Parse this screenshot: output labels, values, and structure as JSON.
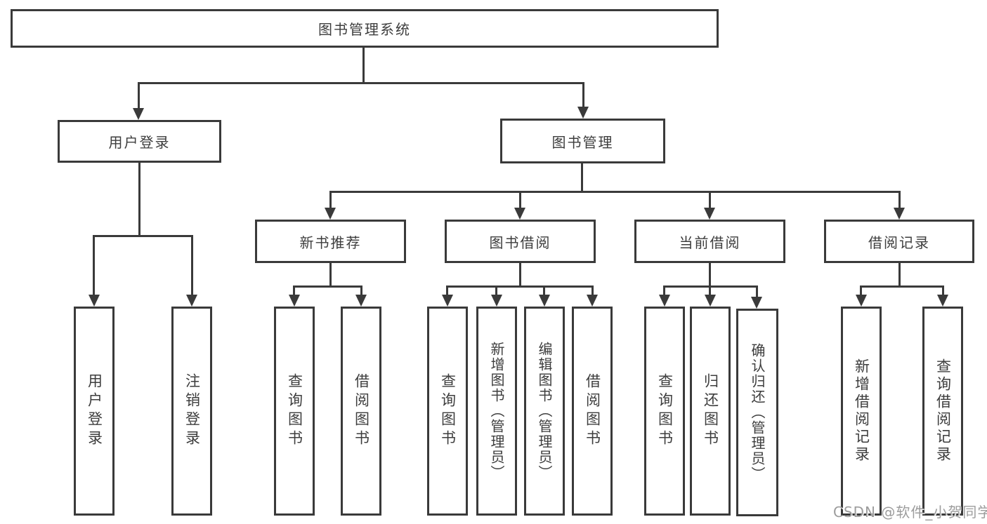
{
  "diagram": {
    "root": "图书管理系统",
    "user_login": {
      "label": "用户登录",
      "children": [
        "用户登录",
        "注销登录"
      ]
    },
    "book_mgmt": {
      "label": "图书管理",
      "sections": [
        {
          "label": "新书推荐",
          "children": [
            "查询图书",
            "借阅图书"
          ]
        },
        {
          "label": "图书借阅",
          "children": [
            "查询图书",
            "新增图书（管理员）",
            "编辑图书（管理员）",
            "借阅图书"
          ]
        },
        {
          "label": "当前借阅",
          "children": [
            "查询图书",
            "归还图书",
            "确认归还（管理员）"
          ]
        },
        {
          "label": "借阅记录",
          "children": [
            "新增借阅记录",
            "查询借阅记录"
          ]
        }
      ]
    }
  },
  "watermark": "CSDN @软件_小贺同学",
  "colors": {
    "line": "#3a3a3a",
    "text": "#3d3d3d",
    "background": "#ffffff",
    "watermark": "#9c9c9c"
  }
}
